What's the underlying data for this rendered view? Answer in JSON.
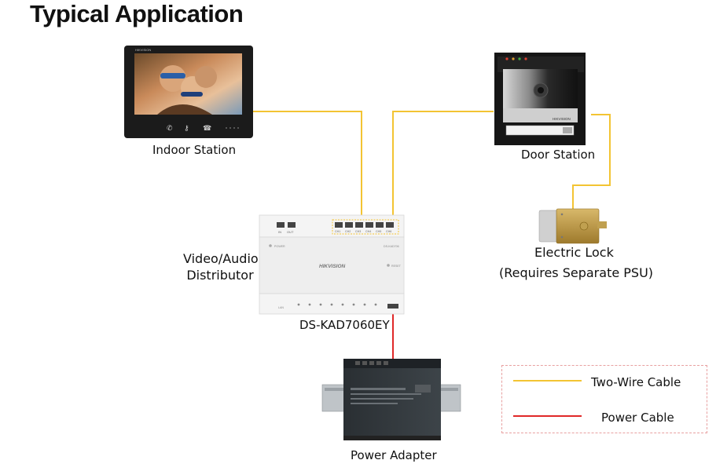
{
  "title": "Typical Application",
  "devices": {
    "indoor_station": {
      "label": "Indoor Station",
      "brand": "HIKVISION"
    },
    "door_station": {
      "label": "Door Station",
      "brand": "HIKVISION"
    },
    "distributor": {
      "label_line1": "Video/Audio",
      "label_line2": "Distributor",
      "model": "DS-KAD7060EY",
      "brand": "HIKVISION",
      "model_small": "DS-KAD706",
      "power_text": "POWER",
      "reset_text": "RESET",
      "port_in": "IN",
      "port_out": "OUT",
      "ports": [
        "CH1",
        "CH2",
        "CH3",
        "CH4",
        "CH5",
        "CH6"
      ],
      "lan_text": "LAN"
    },
    "electric_lock": {
      "label": "Electric Lock",
      "note": "(Requires Separate PSU)"
    },
    "power_adapter": {
      "label": "Power Adapter"
    }
  },
  "legend": [
    {
      "label": "Two-Wire Cable",
      "color": "#f3c433"
    },
    {
      "label": "Power Cable",
      "color": "#e02828"
    }
  ],
  "colors": {
    "two_wire": "#f3c433",
    "power": "#e02828",
    "device_dark": "#1b1b1b",
    "distributor_body": "#eeeeee"
  }
}
